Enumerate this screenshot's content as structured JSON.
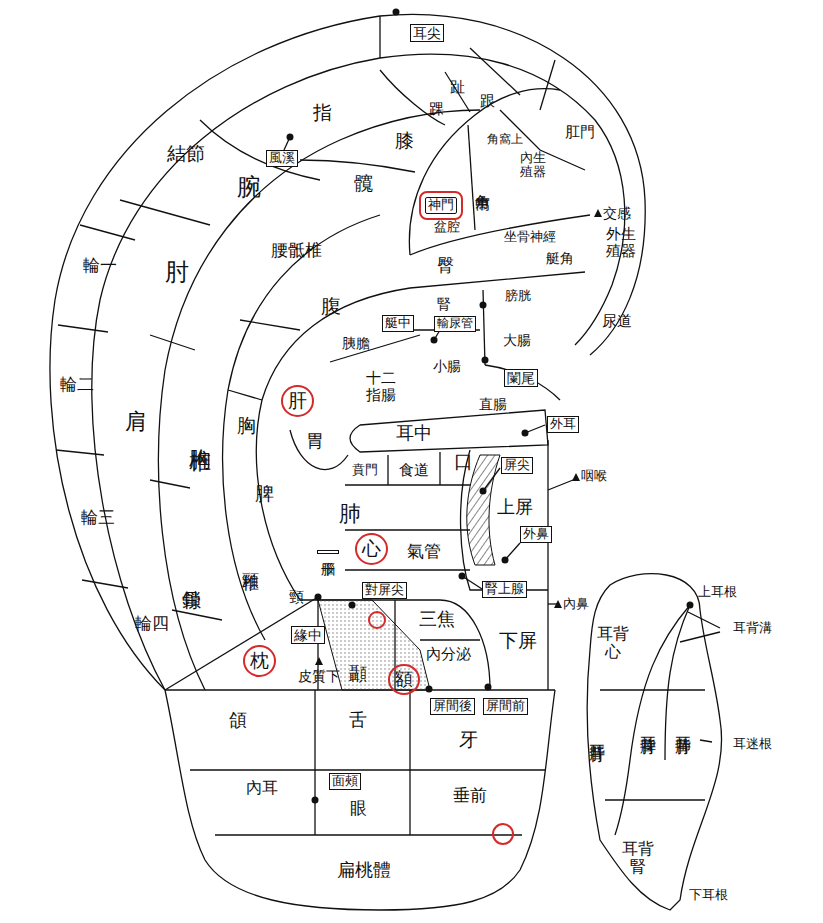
{
  "diagram": {
    "nodes": [
      {
        "text": [
          "耳尖"
        ]
      },
      {
        "text": [
          "風溪"
        ]
      },
      {
        "text": [
          "神門"
        ]
      },
      {
        "text": [
          "艇中"
        ]
      },
      {
        "text": [
          "輸尿管"
        ]
      },
      {
        "text": [
          "闌尾"
        ]
      },
      {
        "text": [
          "肝"
        ]
      },
      {
        "text": [
          "外耳"
        ]
      },
      {
        "text": [
          "屏尖"
        ]
      },
      {
        "text": [
          "外鼻"
        ]
      },
      {
        "text": [
          "腦干"
        ]
      },
      {
        "text": [
          "心"
        ]
      },
      {
        "text": [
          "對屏尖"
        ]
      },
      {
        "text": [
          "腎上腺"
        ]
      },
      {
        "text": [
          "緣中"
        ]
      },
      {
        "text": [
          "枕"
        ]
      },
      {
        "text": [
          "額"
        ]
      },
      {
        "text": [
          "屏間後"
        ]
      },
      {
        "text": [
          "屏間前"
        ]
      },
      {
        "text": [
          "面頰"
        ]
      }
    ],
    "labels": [
      "趾",
      "跟",
      "踝",
      "指",
      "結節",
      "腕",
      "膝",
      "肛門",
      "角窩上",
      "內生殖器",
      "角窩中",
      "髖",
      "盆腔",
      "交感",
      "外生殖器",
      "腰骶椎",
      "坐骨神經",
      "臀",
      "艇角",
      "輪一",
      "肘",
      "腹",
      "腎",
      "膀胱",
      "尿道",
      "大腸",
      "胰膽",
      "小腸",
      "輪二",
      "十二指腸",
      "直腸",
      "肩",
      "胸椎",
      "胸",
      "胃",
      "耳中",
      "賁門",
      "食道",
      "口",
      "咽喉",
      "脾",
      "上屏",
      "輪三",
      "肺",
      "氣管",
      "鎖骨",
      "頸椎",
      "頸",
      "三焦",
      "內鼻",
      "下屏",
      "輪四",
      "皮質下",
      "內分泌",
      "顳",
      "頜",
      "舌",
      "牙",
      "內耳",
      "眼",
      "垂前",
      "扁桃體",
      "上耳根",
      "耳背溝",
      "耳背心",
      "耳背肝",
      "耳背脾",
      "耳背肺",
      "耳迷根",
      "耳背腎",
      "下耳根"
    ]
  }
}
